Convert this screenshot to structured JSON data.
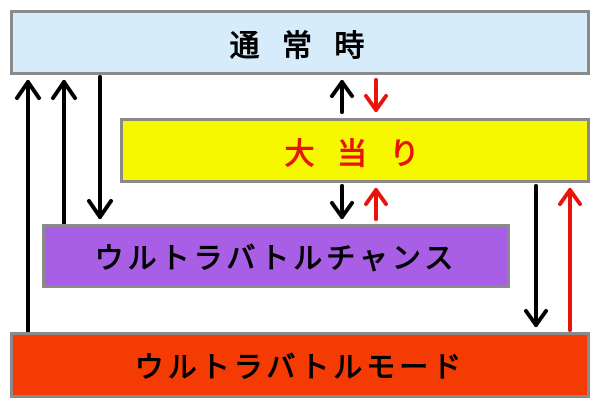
{
  "boxes": {
    "normal": "通 常 時",
    "jackpot": "大 当 り",
    "ultra_battle_chance": "ウルトラバトルチャンス",
    "ultra_battle_mode": "ウルトラバトルモード"
  },
  "colors": {
    "normal_fill": "#d6ecfb",
    "jackpot_fill": "#f7f700",
    "jackpot_text": "#e8140c",
    "chance_fill": "#a95ee6",
    "mode_fill": "#f53b04",
    "arrow_black": "#000000",
    "arrow_red": "#e8140c"
  }
}
